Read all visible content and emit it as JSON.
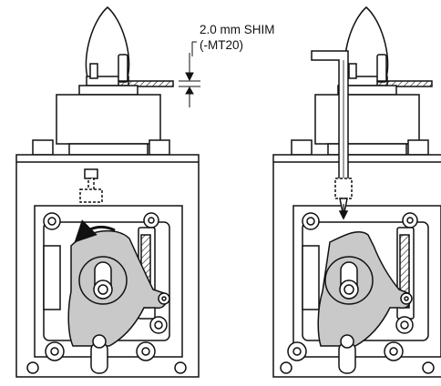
{
  "callout": {
    "line1": "2.0 mm SHIM",
    "line2": "(-MT20)"
  },
  "colors": {
    "outline": "#111111",
    "part_fill": "#ffffff",
    "cam_fill": "#c9c9c9",
    "hatch": "#111111"
  },
  "views": [
    "before-adjustment",
    "with-hex-key"
  ]
}
